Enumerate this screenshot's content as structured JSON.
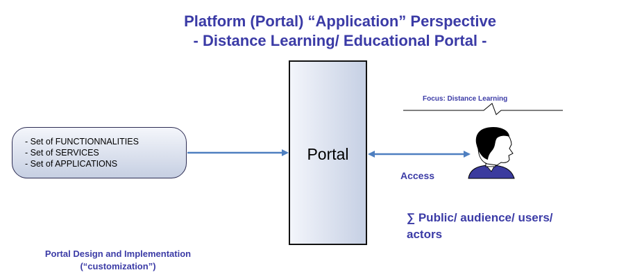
{
  "title": {
    "line1": "Platform (Portal)  “Application” Perspective",
    "line2": "- Distance Learning/ Educational Portal -"
  },
  "capsule": {
    "items": [
      "- Set of FUNCTIONNALITIES",
      "- Set of SERVICES",
      "- Set of APPLICATIONS"
    ]
  },
  "portal": {
    "label": "Portal"
  },
  "focus": {
    "label": "Focus: Distance Learning"
  },
  "access": {
    "label": "Access"
  },
  "audience": {
    "line1": "∑ Public/ audience/ users/",
    "line2": "actors"
  },
  "design": {
    "line1": "Portal Design and Implementation",
    "line2": "(“customization”)"
  },
  "colors": {
    "text_accent": "#3b3ba6",
    "arrow": "#4e7fc0",
    "box_edge": "#111111"
  },
  "icons": {
    "user": "person-head-icon"
  }
}
